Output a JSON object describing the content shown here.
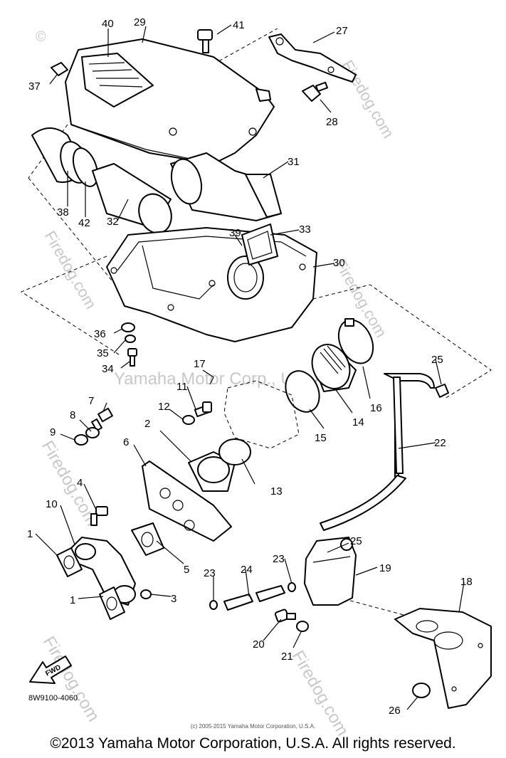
{
  "diagram_code": "8W9100-4060",
  "direction_arrow_label": "FWD",
  "watermarks": {
    "firedog_name": "Firedog.com",
    "firedog_symbol": "©",
    "yamaha": "Yamaha Motor Corp., U.S.A."
  },
  "small_copyright": "(c) 2005-2015 Yamaha Motor Corporation, U.S.A.",
  "copyright": "©2013 Yamaha Motor Corporation, U.S.A. All rights reserved.",
  "callouts": [
    "1",
    "1",
    "2",
    "3",
    "4",
    "5",
    "6",
    "7",
    "8",
    "9",
    "10",
    "12",
    "11",
    "13",
    "14",
    "15",
    "16",
    "17",
    "18",
    "19",
    "20",
    "21",
    "22",
    "23",
    "23",
    "24",
    "25",
    "25",
    "26",
    "27",
    "28",
    "29",
    "30",
    "31",
    "32",
    "33",
    "34",
    "35",
    "36",
    "37",
    "38",
    "39",
    "40",
    "41",
    "42"
  ]
}
